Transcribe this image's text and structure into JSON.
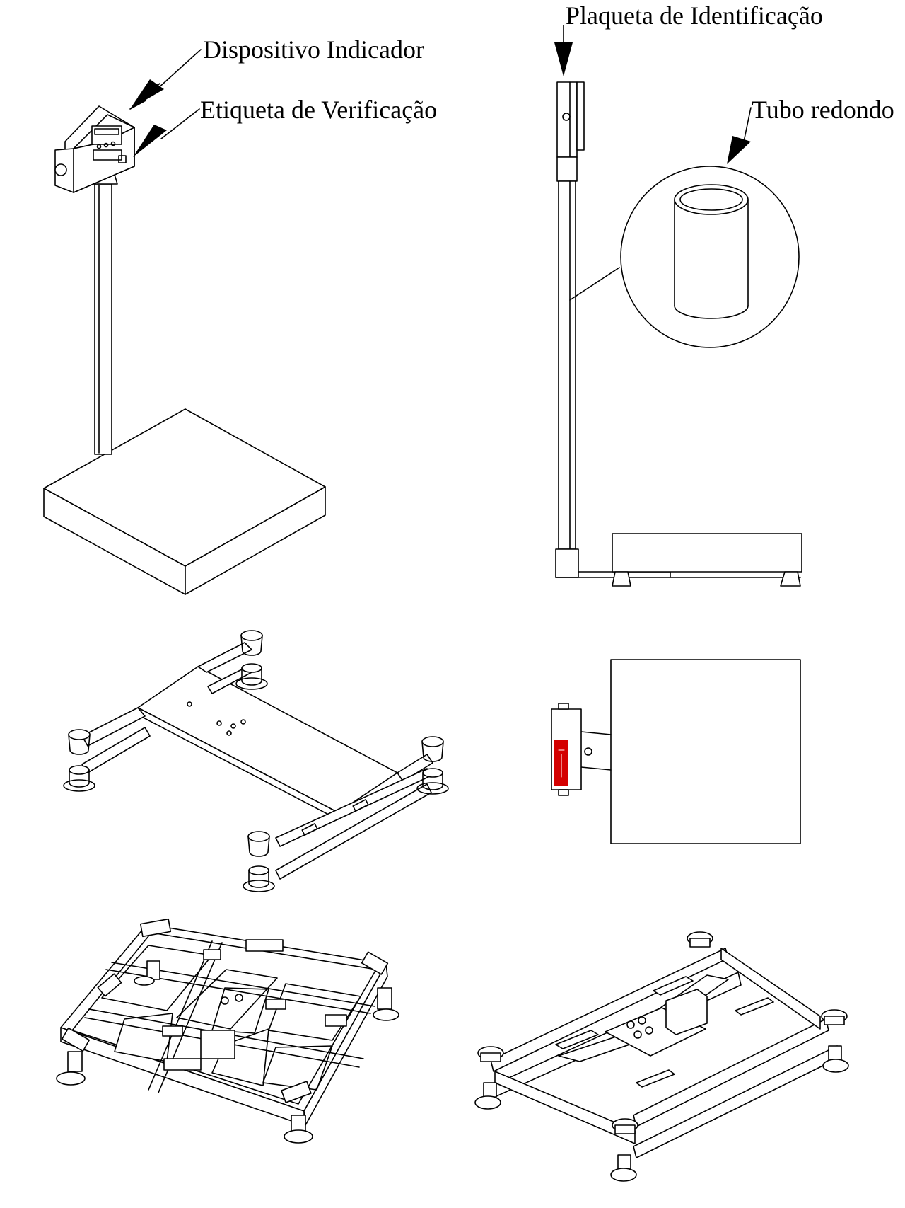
{
  "labels": {
    "indicator": "Dispositivo Indicador",
    "verification": "Etiqueta de Verificação",
    "plate": "Plaqueta de Identificação",
    "tube": "Tubo redondo"
  },
  "colors": {
    "line": "#000000",
    "fill": "#ffffff",
    "label_red": "#d40000"
  }
}
